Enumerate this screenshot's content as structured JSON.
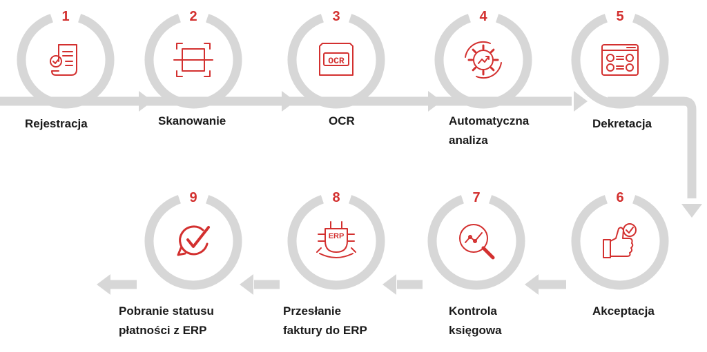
{
  "steps": [
    {
      "number": "1",
      "label_lines": [
        "Rejestracja"
      ],
      "icon": "document-check-icon"
    },
    {
      "number": "2",
      "label_lines": [
        "Skanowanie"
      ],
      "icon": "scan-frame-icon"
    },
    {
      "number": "3",
      "label_lines": [
        "OCR"
      ],
      "icon": "ocr-icon",
      "icon_text": "OCR"
    },
    {
      "number": "4",
      "label_lines": [
        "Automatyczna",
        "analiza"
      ],
      "icon": "gear-chart-icon"
    },
    {
      "number": "5",
      "label_lines": [
        "Dekretacja"
      ],
      "icon": "dashboard-form-icon"
    },
    {
      "number": "6",
      "label_lines": [
        "Akceptacja"
      ],
      "icon": "thumbs-up-check-icon"
    },
    {
      "number": "7",
      "label_lines": [
        "Kontrola",
        "księgowa"
      ],
      "icon": "magnifier-chart-icon"
    },
    {
      "number": "8",
      "label_lines": [
        "Przesłanie",
        "faktury do ERP"
      ],
      "icon": "erp-chip-icon",
      "icon_text": "ERP"
    },
    {
      "number": "9",
      "label_lines": [
        "Pobranie statusu",
        "płatności z ERP"
      ],
      "icon": "refresh-check-icon"
    }
  ],
  "colors": {
    "accent": "#d3302f",
    "track": "#d7d7d7",
    "text": "#1a1a1a"
  }
}
